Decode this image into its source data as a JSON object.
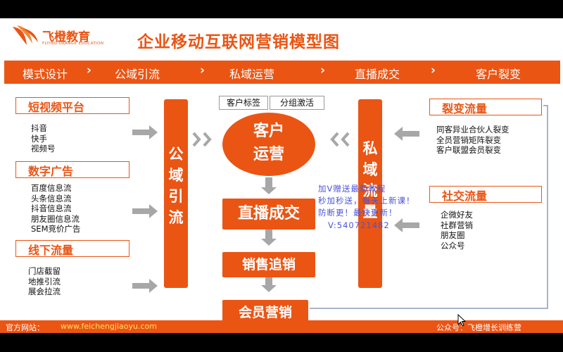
{
  "logo": {
    "name": "飞橙教育",
    "subtitle": "FLYING ORANGE EDUCATION"
  },
  "title": "企业移动互联网营销模型图",
  "stages": [
    "模式设计",
    "公域引流",
    "私域运营",
    "直播成交",
    "客户裂变"
  ],
  "left": {
    "short_video": {
      "title": "短视频平台",
      "items": [
        "抖音",
        "快手",
        "视频号"
      ]
    },
    "digital_ads": {
      "title": "数字广告",
      "items": [
        "百度信息流",
        "头条信息流",
        "抖音信息流",
        "朋友圈信息流",
        "SEM竞价广告"
      ]
    },
    "offline": {
      "title": "线下流量",
      "items": [
        "门店截留",
        "地推引流",
        "展会拉流"
      ]
    }
  },
  "public_bar": "公域引流",
  "private_bar": "私域流量",
  "tags": [
    "客户标签",
    "分组激活"
  ],
  "center": {
    "customer_ops": "客户运营",
    "live": "直播成交",
    "sales": "销售追销",
    "member": "会员营销"
  },
  "right": {
    "fission": {
      "title": "裂变流量",
      "items": [
        "同客异业合伙人裂变",
        "全员营销矩阵裂变",
        "客户联盟会员裂变"
      ]
    },
    "social": {
      "title": "社交流量",
      "items": [
        "企微好友",
        "社群营销",
        "朋友圈",
        "公众号"
      ]
    }
  },
  "watermark": [
    "加V赠送最新教程",
    "秒加秒送，每天上新课！",
    "防断更！最快更新！",
    "V:540721482"
  ],
  "footer": {
    "left": "官方网站：",
    "url": "www.feichengjiaoyu.com",
    "right": "公众号：飞橙增长训练营"
  }
}
